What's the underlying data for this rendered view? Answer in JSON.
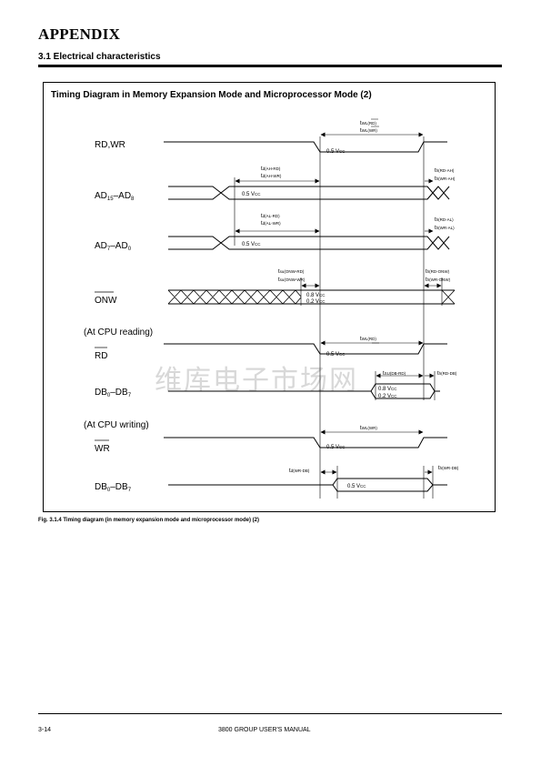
{
  "header": {
    "appendix": "APPENDIX",
    "section": "3.1 Electrical characteristics"
  },
  "diagram": {
    "title": "Timing Diagram in Memory Expansion Mode and Microprocessor Mode (2)",
    "signals": {
      "rd_wr": "RD,WR",
      "ad_high": {
        "prefix": "AD",
        "sub1": "15",
        "mid": "–AD",
        "sub2": "8"
      },
      "ad_low": {
        "prefix": "AD",
        "sub1": "7",
        "mid": "–AD",
        "sub2": "0"
      },
      "onw": "ONW",
      "reading_label": "(At CPU reading)",
      "rd": "RD",
      "db_read": {
        "prefix": "DB",
        "sub1": "0",
        "mid": "–DB",
        "sub2": "7"
      },
      "writing_label": "(At CPU writing)",
      "wr": "WR",
      "db_write": {
        "prefix": "DB",
        "sub1": "0",
        "mid": "–DB",
        "sub2": "7"
      }
    },
    "timing": {
      "twl_rd": {
        "main": "t",
        "sub": "WL(RD)"
      },
      "twl_wr": {
        "main": "t",
        "sub": "WL(WR)"
      },
      "td_ah_rd": {
        "main": "t",
        "sub": "d(AH-RD)"
      },
      "td_ah_wr": {
        "main": "t",
        "sub": "d(AH-WR)"
      },
      "th_rd_ah": {
        "main": "t",
        "sub": "h(RD-AH)"
      },
      "th_wr_ah": {
        "main": "t",
        "sub": "h(WR-AH)"
      },
      "td_al_rd": {
        "main": "t",
        "sub": "d(AL-RD)"
      },
      "td_al_wr": {
        "main": "t",
        "sub": "d(AL-WR)"
      },
      "th_rd_al": {
        "main": "t",
        "sub": "h(RD-AL)"
      },
      "th_wr_al": {
        "main": "t",
        "sub": "h(WR-AL)"
      },
      "tsu_onw_rd": {
        "main": "t",
        "sub": "su(ONW-RD)"
      },
      "tsu_onw_wr": {
        "main": "t",
        "sub": "su(ONW-WR)"
      },
      "th_rd_onw": {
        "main": "t",
        "sub": "h(RD-ONW)"
      },
      "th_wr_onw": {
        "main": "t",
        "sub": "h(WR-ONW)"
      },
      "twl_rd_2": {
        "main": "t",
        "sub": "WL(RD)"
      },
      "tsu_db_rd": {
        "main": "t",
        "sub": "SU(DB-RD)"
      },
      "th_rd_db": {
        "main": "t",
        "sub": "h(RD-DB)"
      },
      "twl_wr_2": {
        "main": "t",
        "sub": "WL(WR)"
      },
      "td_wr_db": {
        "main": "t",
        "sub": "d(WR-DB)"
      },
      "th_wr_db": {
        "main": "t",
        "sub": "h(WR-DB)"
      }
    },
    "levels": {
      "half_vcc": {
        "main": "0.5 V",
        "sub": "CC"
      },
      "high_vcc": {
        "main": "0.8 V",
        "sub": "CC"
      },
      "low_vcc": {
        "main": "0.2 V",
        "sub": "CC"
      }
    }
  },
  "watermark": "维库电子市场网",
  "caption": "Fig. 3.1.4  Timing diagram (in memory expansion mode and microprocessor mode) (2)",
  "footer": {
    "page": "3-14",
    "manual": "3800 GROUP USER'S MANUAL"
  }
}
